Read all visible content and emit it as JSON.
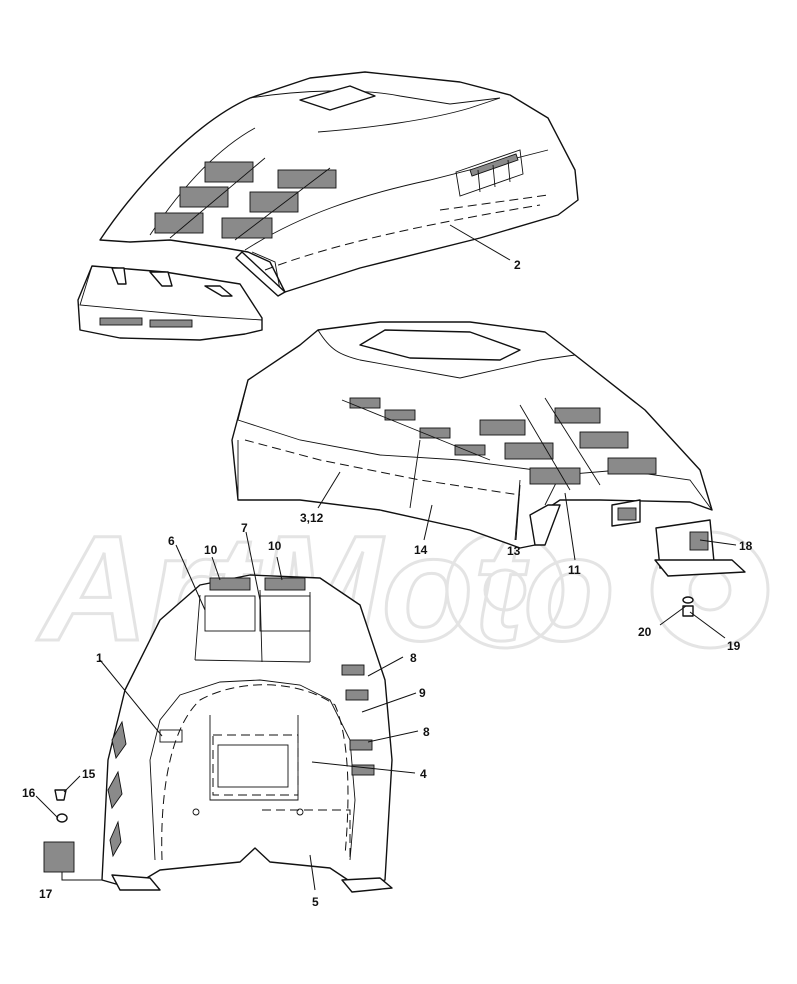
{
  "watermark": {
    "text": "ArtMoto",
    "color": "#e4e4e4"
  },
  "line_color": "#111111",
  "vent_color": "#8a8a8a",
  "callouts": {
    "c2": "2",
    "c3_12": "3,12",
    "c14": "14",
    "c13": "13",
    "c11": "11",
    "c18": "18",
    "c20": "20",
    "c19": "19",
    "c6": "6",
    "c10a": "10",
    "c7": "7",
    "c10b": "10",
    "c1": "1",
    "c8a": "8",
    "c9": "9",
    "c8b": "8",
    "c4": "4",
    "c15": "15",
    "c16": "16",
    "c17": "17",
    "c5": "5"
  }
}
